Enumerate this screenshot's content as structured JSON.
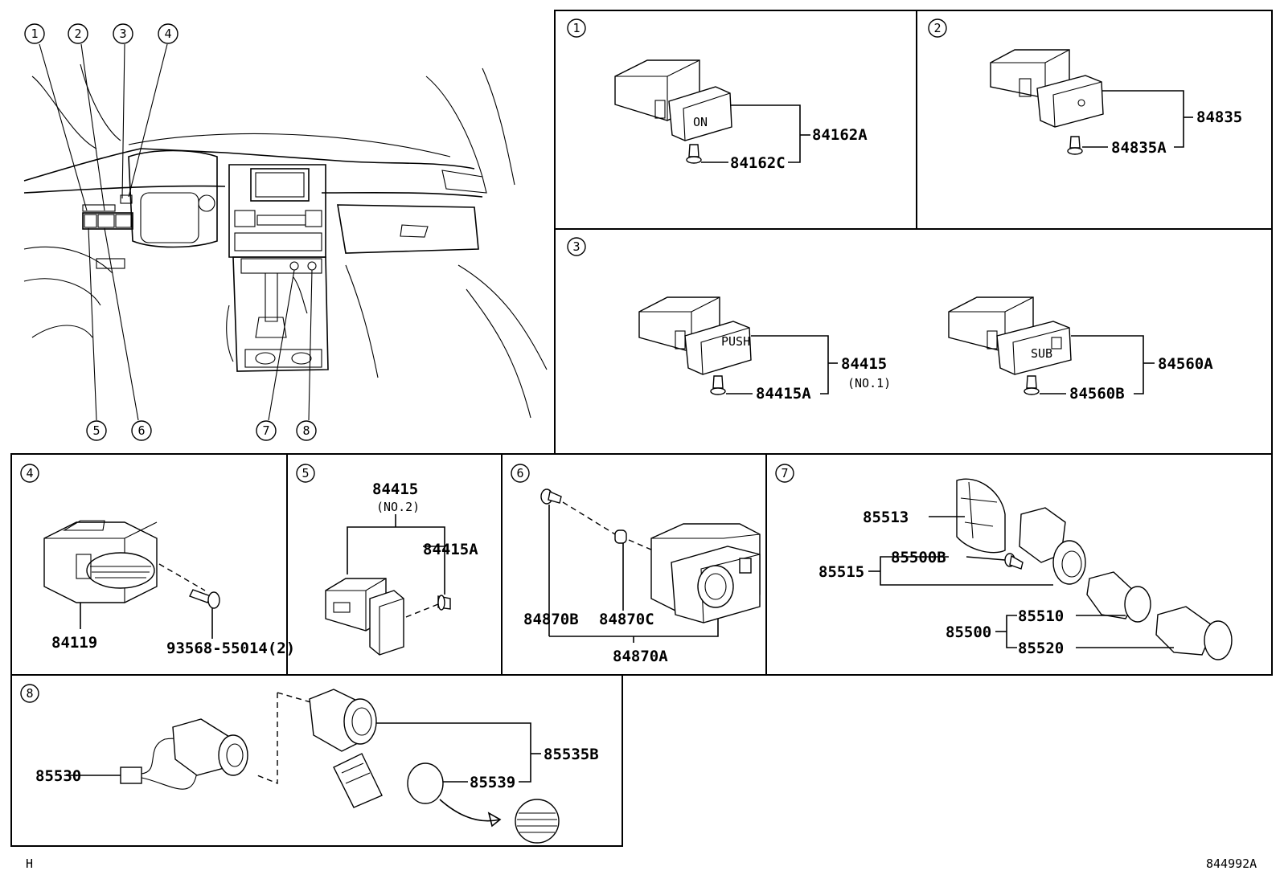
{
  "callouts": {
    "n1": "1",
    "n2": "2",
    "n3": "3",
    "n4": "4",
    "n5": "5",
    "n6": "6",
    "n7": "7",
    "n8": "8"
  },
  "panel1": {
    "part_a": "84162A",
    "part_c": "84162C",
    "switch_text": "ON"
  },
  "panel2": {
    "part_main": "84835",
    "part_a": "84835A"
  },
  "panel3": {
    "part_84415": "84415",
    "part_84415_note": "(NO.1)",
    "part_84415a": "84415A",
    "part_84560a": "84560A",
    "part_84560b": "84560B",
    "sub_label": "SUB"
  },
  "panel4": {
    "part_84119": "84119",
    "screw": "93568-55014(2)"
  },
  "panel5": {
    "part_84415": "84415",
    "note": "(NO.2)",
    "part_84415a": "84415A"
  },
  "panel6": {
    "part_b": "84870B",
    "part_c": "84870C",
    "part_a": "84870A"
  },
  "panel7": {
    "p85513": "85513",
    "p85500b": "85500B",
    "p85515": "85515",
    "p85510": "85510",
    "p85500": "85500",
    "p85520": "85520"
  },
  "panel8": {
    "p85530": "85530",
    "p85535b": "85535B",
    "p85539": "85539"
  },
  "footer": {
    "left_code": "H",
    "right_code": "844992A"
  }
}
